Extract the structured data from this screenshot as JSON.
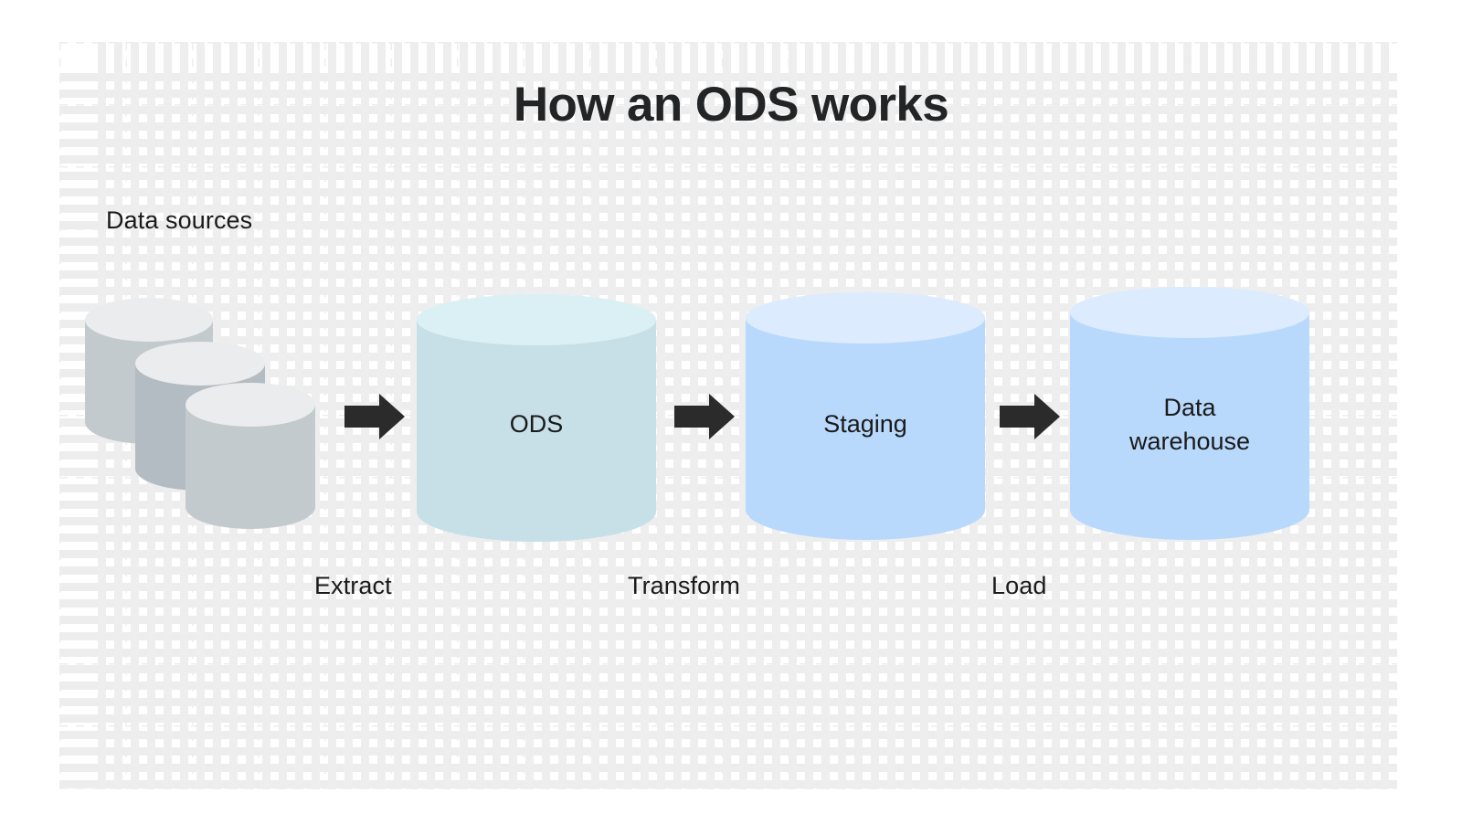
{
  "page": {
    "title": "How an ODS works",
    "background": "#ffffff",
    "grid_color": "#ededed",
    "text_color": "#1a1a1a",
    "title_color": "#222426"
  },
  "labels": {
    "data_sources": "Data sources"
  },
  "stages": [
    {
      "id": "ods",
      "name": "ODS",
      "body_color": "#c7e0e8",
      "top_color": "#daf0f4"
    },
    {
      "id": "staging",
      "name": "Staging",
      "body_color": "#b9d9fc",
      "top_color": "#dcebfe"
    },
    {
      "id": "data-warehouse",
      "name": "Data\nwarehouse",
      "body_color": "#b9d9fc",
      "top_color": "#dcebfe"
    }
  ],
  "sources": {
    "count": 3,
    "back_body": "#c3cacd",
    "mid_body": "#b4bcc3",
    "front_body": "#c3cacd",
    "top_color": "#ebeced"
  },
  "arrows": [
    {
      "id": "extract",
      "label": "Extract",
      "color": "#2b2b2b"
    },
    {
      "id": "transform",
      "label": "Transform",
      "color": "#2b2b2b"
    },
    {
      "id": "load",
      "label": "Load",
      "color": "#2b2b2b"
    }
  ],
  "flow": {
    "sequence": [
      "Data sources",
      "ODS",
      "Staging",
      "Data warehouse"
    ],
    "operations": [
      "Extract",
      "Transform",
      "Load"
    ]
  }
}
